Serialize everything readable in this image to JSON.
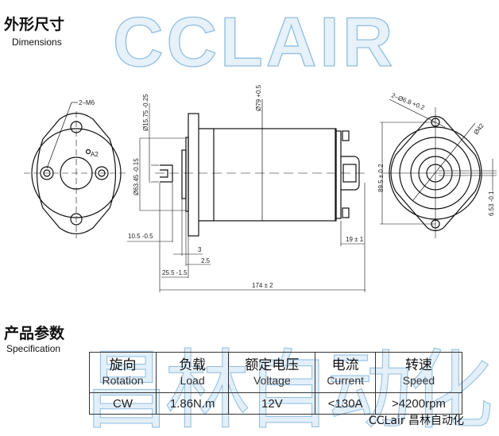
{
  "dimensions_section": {
    "title_cn": "外形尺寸",
    "title_en": "Dimensions"
  },
  "watermark_top": "CCLAIR",
  "drawing_labels": {
    "mount_holes": "2–M6",
    "terminal": "A2",
    "dia_shaft": "Ø15.75 -0.25",
    "dia_pilot": "Ø63.45 -0.15",
    "dia_body": "Ø79 +0.5",
    "shaft_len": "10.5 -0.5",
    "dim_3": "3",
    "dim_2_5": "2.5",
    "dim_25_5": "25.5 -1.5",
    "total_len": "174 ± 2",
    "terminal_len": "19 ± 1",
    "hole_dia": "2–Ø6.8 +0.2",
    "bolt_circle": "Ø42",
    "hole_spacing": "89.5 ± 0.2",
    "flat": "6.53 -0.1"
  },
  "spec_section": {
    "title_cn": "产品参数",
    "title_en": "Specification"
  },
  "spec_table": {
    "headers": [
      {
        "cn": "旋向",
        "en": "Rotation"
      },
      {
        "cn": "负载",
        "en": "Load"
      },
      {
        "cn": "额定电压",
        "en": "Voltage"
      },
      {
        "cn": "电流",
        "en": "Current"
      },
      {
        "cn": "转速",
        "en": "Speed"
      }
    ],
    "values": [
      "CW",
      "1.86N.m",
      "12V",
      "<130A",
      ">4200rpm"
    ]
  },
  "watermark_big": "昌林自动化",
  "watermark_brand": "CCLair 昌林自动化"
}
